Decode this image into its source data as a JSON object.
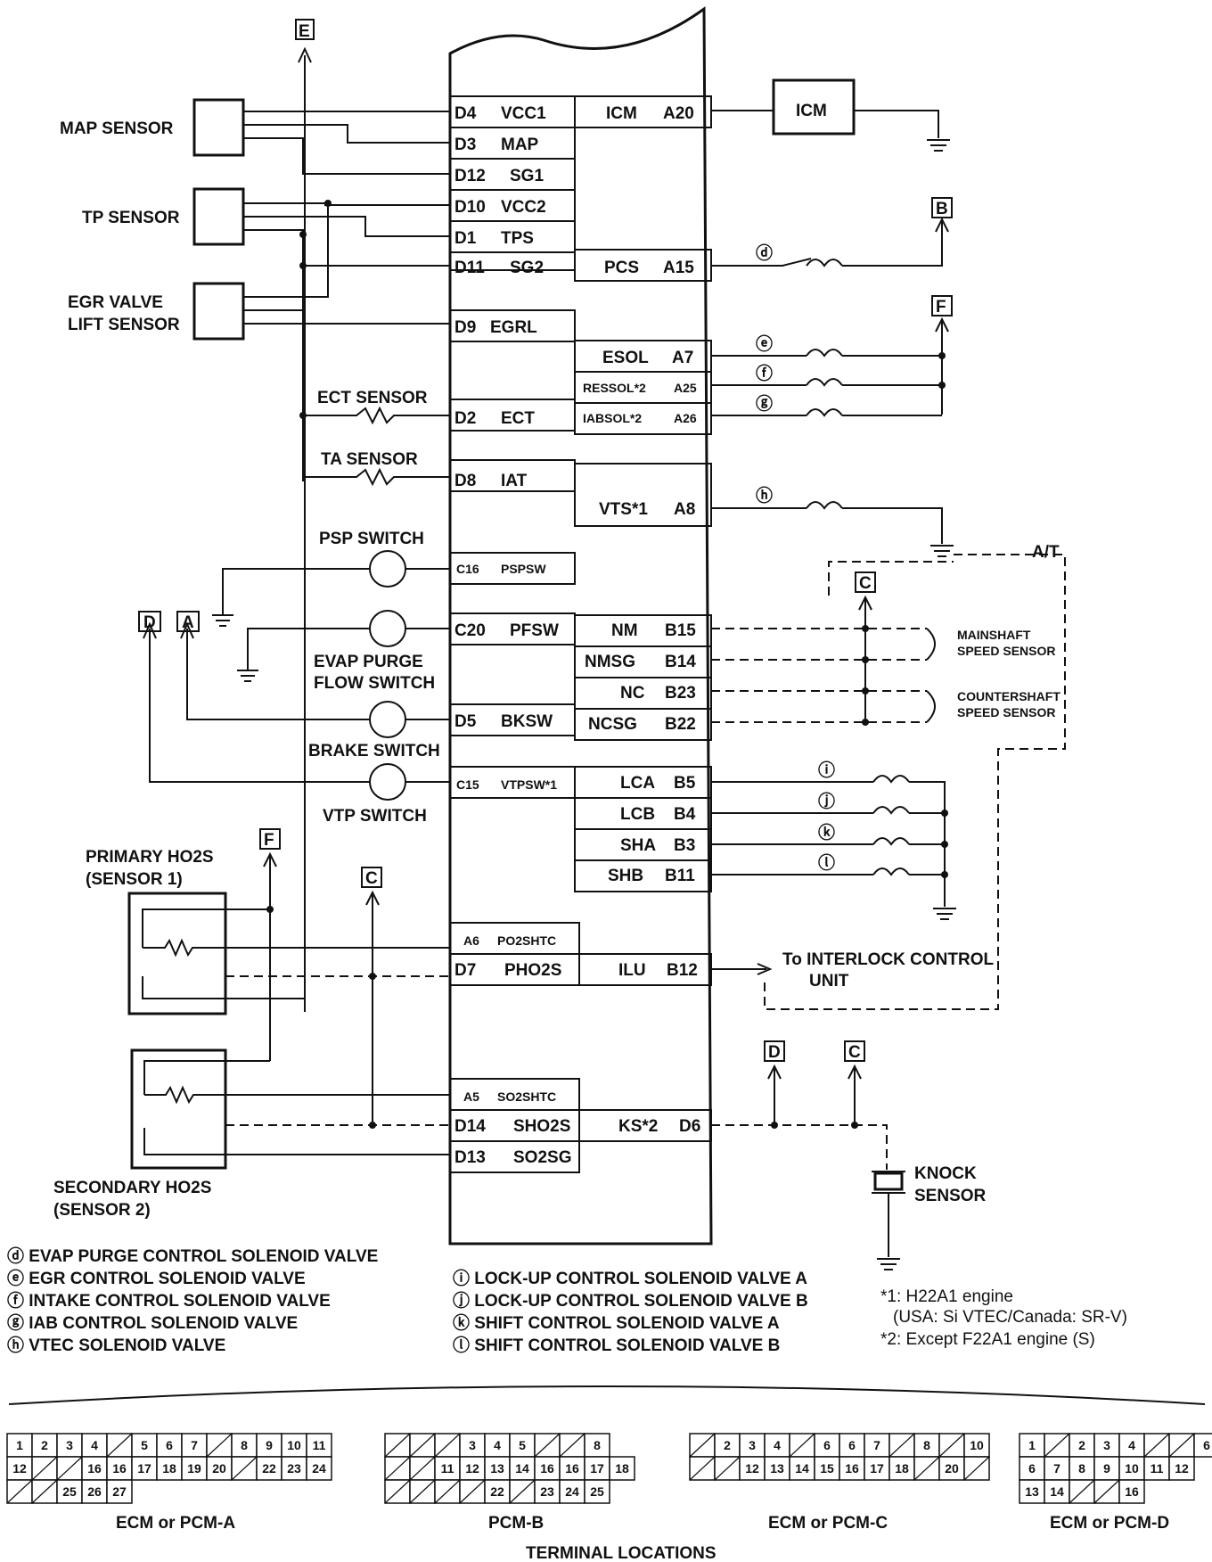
{
  "left_pins": [
    {
      "pin": "D4",
      "sig": "VCC1"
    },
    {
      "pin": "D3",
      "sig": "MAP"
    },
    {
      "pin": "D12",
      "sig": "SG1"
    },
    {
      "pin": "D10",
      "sig": "VCC2"
    },
    {
      "pin": "D1",
      "sig": "TPS"
    },
    {
      "pin": "D11",
      "sig": "SG2"
    },
    {
      "pin": "D9",
      "sig": "EGRL"
    },
    {
      "pin": "D2",
      "sig": "ECT"
    },
    {
      "pin": "D8",
      "sig": "IAT"
    },
    {
      "pin": "C16",
      "sig": "PSPSW"
    },
    {
      "pin": "C20",
      "sig": "PFSW"
    },
    {
      "pin": "D5",
      "sig": "BKSW"
    },
    {
      "pin": "C15",
      "sig": "VTPSW*1"
    },
    {
      "pin": "A6",
      "sig": "PO2SHTC"
    },
    {
      "pin": "D7",
      "sig": "PHO2S"
    },
    {
      "pin": "A5",
      "sig": "SO2SHTC"
    },
    {
      "pin": "D14",
      "sig": "SHO2S"
    },
    {
      "pin": "D13",
      "sig": "SO2SG"
    }
  ],
  "right_pins": [
    {
      "sig": "ICM",
      "pin": "A20"
    },
    {
      "sig": "PCS",
      "pin": "A15"
    },
    {
      "sig": "ESOL",
      "pin": "A7"
    },
    {
      "sig": "RESSOL*2",
      "pin": "A25"
    },
    {
      "sig": "IABSOL*2",
      "pin": "A26"
    },
    {
      "sig": "VTS*1",
      "pin": "A8"
    },
    {
      "sig": "NM",
      "pin": "B15"
    },
    {
      "sig": "NMSG",
      "pin": "B14"
    },
    {
      "sig": "NC",
      "pin": "B23"
    },
    {
      "sig": "NCSG",
      "pin": "B22"
    },
    {
      "sig": "LCA",
      "pin": "B5"
    },
    {
      "sig": "LCB",
      "pin": "B4"
    },
    {
      "sig": "SHA",
      "pin": "B3"
    },
    {
      "sig": "SHB",
      "pin": "B11"
    },
    {
      "sig": "ILU",
      "pin": "B12"
    },
    {
      "sig": "KS*2",
      "pin": "D6"
    }
  ],
  "components": {
    "map_sensor": "MAP SENSOR",
    "tp_sensor": "TP SENSOR",
    "egr_1": "EGR VALVE",
    "egr_2": "LIFT SENSOR",
    "ect_sensor": "ECT SENSOR",
    "ta_sensor": "TA SENSOR",
    "psp_switch": "PSP SWITCH",
    "evap_1": "EVAP PURGE",
    "evap_2": "FLOW SWITCH",
    "brake_switch": "BRAKE SWITCH",
    "vtp_switch": "VTP SWITCH",
    "primary_1": "PRIMARY HO2S",
    "primary_2": "(SENSOR 1)",
    "secondary_1": "SECONDARY HO2S",
    "secondary_2": "(SENSOR 2)",
    "icm": "ICM",
    "at": "A/T",
    "mainshaft_1": "MAINSHAFT",
    "mainshaft_2": "SPEED SENSOR",
    "countershaft_1": "COUNTERSHAFT",
    "countershaft_2": "SPEED SENSOR",
    "interlock_1": "To INTERLOCK CONTROL",
    "interlock_2": "UNIT",
    "knock_1": "KNOCK",
    "knock_2": "SENSOR"
  },
  "ref_labels": {
    "E": "E",
    "B": "B",
    "F": "F",
    "C": "C",
    "D": "D",
    "A": "A"
  },
  "solenoid_marks": {
    "d": "ⓓ",
    "e": "ⓔ",
    "f": "ⓕ",
    "g": "ⓖ",
    "h": "ⓗ",
    "i": "ⓘ",
    "j": "ⓙ",
    "k": "ⓚ",
    "l": "ⓛ"
  },
  "legend_left": [
    "ⓓ EVAP PURGE CONTROL SOLENOID VALVE",
    "ⓔ EGR CONTROL SOLENOID VALVE",
    "ⓕ INTAKE CONTROL SOLENOID VALVE",
    "ⓖ IAB CONTROL SOLENOID VALVE",
    "ⓗ VTEC SOLENOID VALVE"
  ],
  "legend_right": [
    "ⓘ LOCK-UP CONTROL SOLENOID VALVE A",
    "ⓙ LOCK-UP CONTROL SOLENOID VALVE B",
    "ⓚ SHIFT CONTROL SOLENOID VALVE A",
    "ⓛ SHIFT CONTROL SOLENOID VALVE B"
  ],
  "notes": [
    "*1: H22A1 engine",
    "(USA: Si VTEC/Canada: SR-V)",
    "*2: Except F22A1 engine (S)"
  ],
  "connectors": [
    {
      "name": "ECM or PCM-A",
      "row1": [
        "1",
        "2",
        "3",
        "4",
        "",
        "5",
        "6",
        "7",
        "",
        "8",
        "9",
        "10",
        "11"
      ],
      "row2": [
        "12",
        "",
        "",
        "16",
        "16",
        "17",
        "18",
        "19",
        "20",
        "",
        "22",
        "23",
        "24"
      ],
      "row3": [
        "",
        "",
        "25",
        "26",
        "27"
      ]
    },
    {
      "name": "PCM-B",
      "row1": [
        "",
        "",
        "",
        "3",
        "4",
        "5",
        "",
        "",
        "8"
      ],
      "row2": [
        "",
        "",
        "11",
        "12",
        "13",
        "14",
        "16",
        "16",
        "17",
        "18"
      ],
      "row3": [
        "",
        "",
        "",
        "",
        "22",
        "",
        "23",
        "24",
        "25"
      ]
    },
    {
      "name": "ECM or PCM-C",
      "row1": [
        "",
        "2",
        "3",
        "4",
        "",
        "6",
        "6",
        "7",
        "",
        "8",
        "",
        "10"
      ],
      "row2": [
        "",
        "",
        "12",
        "13",
        "14",
        "15",
        "16",
        "17",
        "18",
        "",
        "20",
        ""
      ],
      "row3": []
    },
    {
      "name": "ECM or PCM-D",
      "row1": [
        "1",
        "",
        "2",
        "3",
        "4",
        "",
        "",
        "6"
      ],
      "row2": [
        "6",
        "7",
        "8",
        "9",
        "10",
        "11",
        "12"
      ],
      "row3": [
        "13",
        "14",
        "",
        "",
        "16"
      ]
    }
  ],
  "terminal_title": "TERMINAL LOCATIONS"
}
